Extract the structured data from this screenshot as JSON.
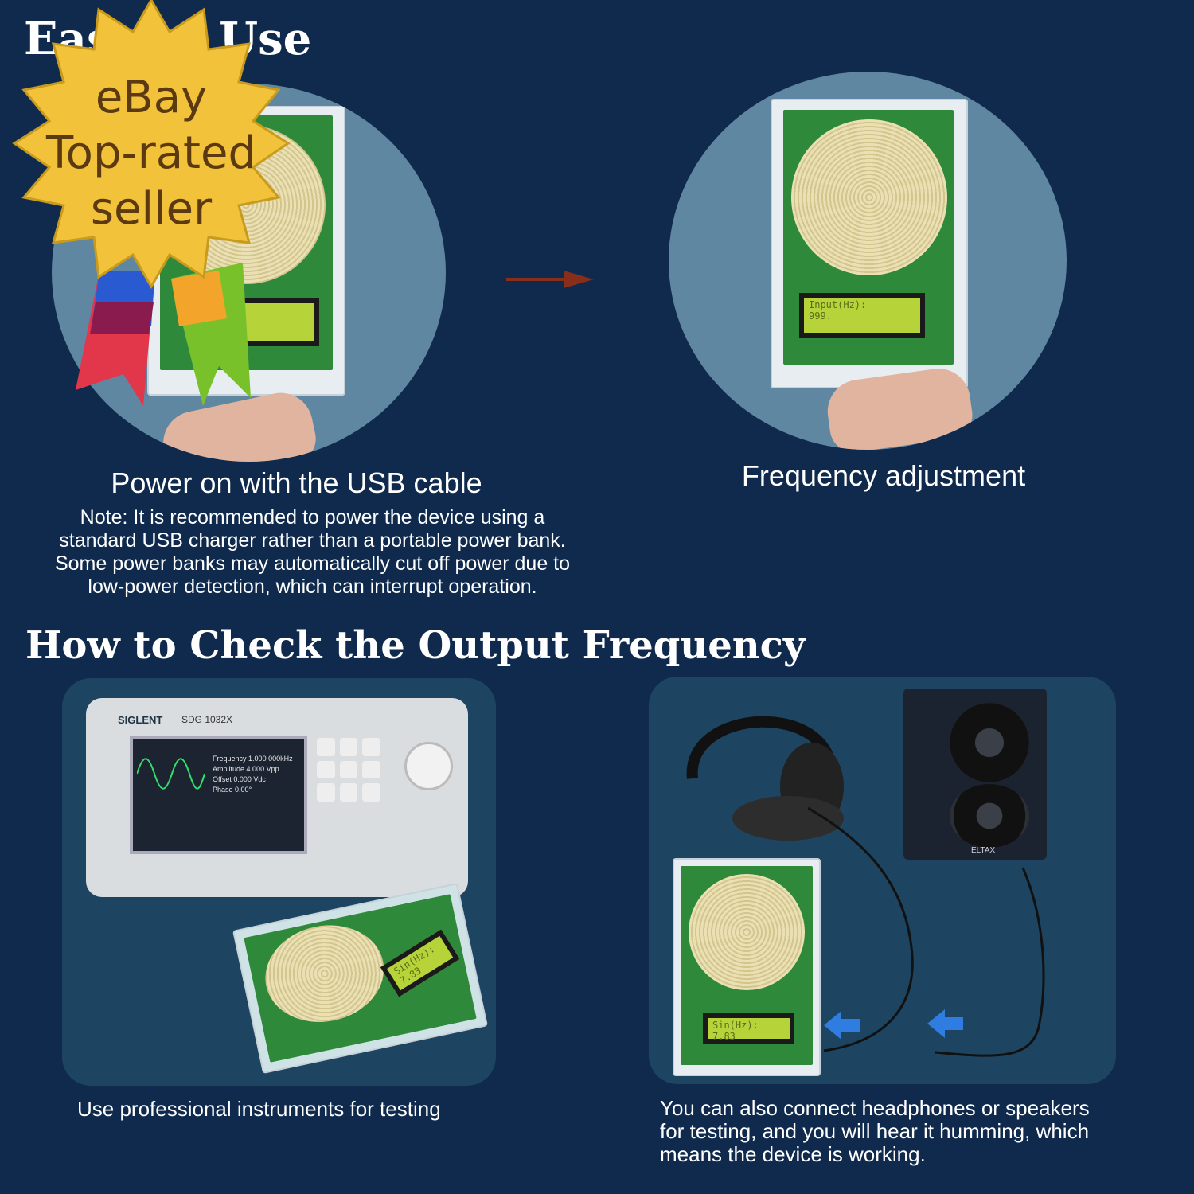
{
  "badge": {
    "line1": "eBay",
    "line2": "Top-rated",
    "line3": "seller"
  },
  "top_section": {
    "title": "Easy to Use",
    "step1": {
      "caption": "Power on with the USB cable",
      "note_lines": [
        "Note: It is recommended to power the device using a",
        "standard USB charger rather than a portable power bank.",
        "Some power banks may automatically cut off power due to",
        "low-power detection, which can interrupt operation."
      ]
    },
    "step2": {
      "caption": "Frequency adjustment",
      "lcd_text": "Input(Hz):\n999."
    }
  },
  "bottom_section": {
    "title": "How to Check the Output Frequency",
    "left": {
      "caption": "Use professional instruments for testing",
      "instrument_brand": "SIGLENT",
      "instrument_model": "SDG 1032X",
      "screen_rows": [
        [
          "Frequency",
          "1.000 000kHz"
        ],
        [
          "Amplitude",
          "4.000 Vpp"
        ],
        [
          "Offset",
          "0.000 Vdc"
        ],
        [
          "Phase",
          "0.00°"
        ]
      ],
      "lcd_text": "Sin(Hz):\n7.83"
    },
    "right": {
      "caption_lines": [
        "You can also connect headphones or speakers",
        "for testing, and you will hear it humming, which",
        "means the device is working."
      ],
      "lcd_text": "Sin(Hz):\n7.83",
      "speaker_brand": "ELTAX"
    }
  },
  "colors": {
    "background": "#0f2a4d",
    "circle": "#5f87a2",
    "panel": "#1d4460",
    "arrow": "#8a2e1c",
    "badge_gold": "#f2c23a",
    "blue_arrow": "#2f7de0"
  },
  "icons": [
    "arrow-right-icon",
    "arrow-left-icon",
    "badge-seal-icon",
    "ribbon-icon"
  ]
}
